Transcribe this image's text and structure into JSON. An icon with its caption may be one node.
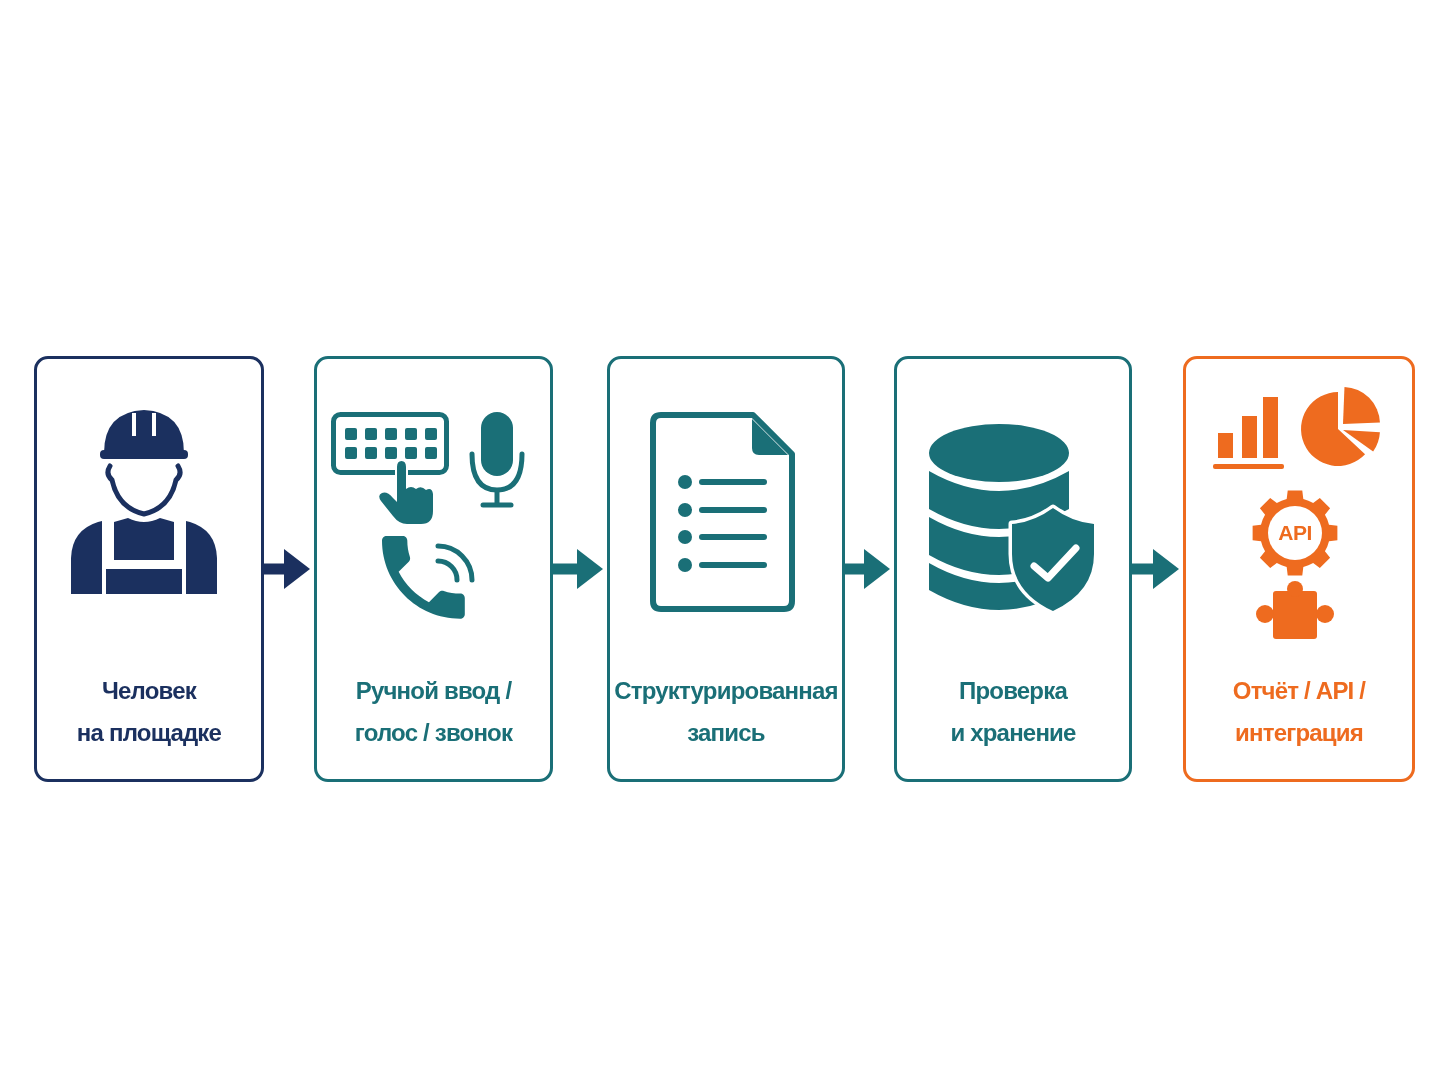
{
  "diagram": {
    "nodes": [
      {
        "text": [
          "Человек на площадке"
        ]
      },
      {
        "text": [
          "Ручной ввод / голос / звонок"
        ]
      },
      {
        "text": [
          "Структурированная запись"
        ]
      },
      {
        "text": [
          "Проверка и хранение"
        ]
      },
      {
        "text": [
          "Отчёт / API / интеграция"
        ]
      }
    ],
    "edges": [
      {
        "from": 0,
        "to": 1,
        "arrow": "to",
        "color": "#1b305f"
      },
      {
        "from": 1,
        "to": 2,
        "arrow": "to"
      },
      {
        "from": 2,
        "to": 3,
        "arrow": "to"
      },
      {
        "from": 3,
        "to": 4,
        "arrow": "to"
      }
    ],
    "labels": [
      "API"
    ]
  }
}
